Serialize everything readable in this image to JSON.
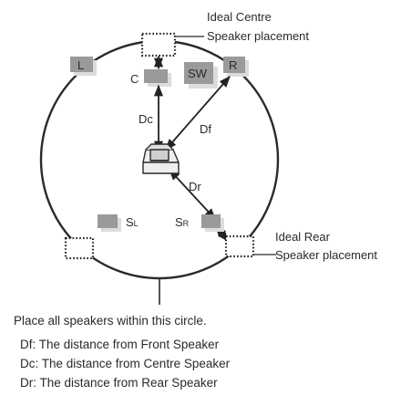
{
  "labels": {
    "ideal_centre_line1": "Ideal Centre",
    "ideal_centre_line2": "Speaker placement",
    "ideal_rear_line1": "Ideal Rear",
    "ideal_rear_line2": "Speaker placement",
    "speaker_left": "L",
    "speaker_right": "R",
    "speaker_centre": "C",
    "speaker_subwoofer": "SW",
    "speaker_surround_left_main": "S",
    "speaker_surround_left_sub": "L",
    "speaker_surround_right_main": "S",
    "speaker_surround_right_sub": "R",
    "distance_centre": "Dc",
    "distance_front": "Df",
    "distance_rear": "Dr"
  },
  "notes": {
    "circle_instruction": "Place all speakers within this circle.",
    "df": "Df: The distance from Front Speaker",
    "dc": "Dc: The distance from Centre Speaker",
    "dr": "Dr: The distance from Rear Speaker"
  },
  "colors": {
    "line": "#2a2a2a",
    "speaker_fill": "#9a9a9a",
    "speaker_shadow": "#dcdcdc"
  }
}
